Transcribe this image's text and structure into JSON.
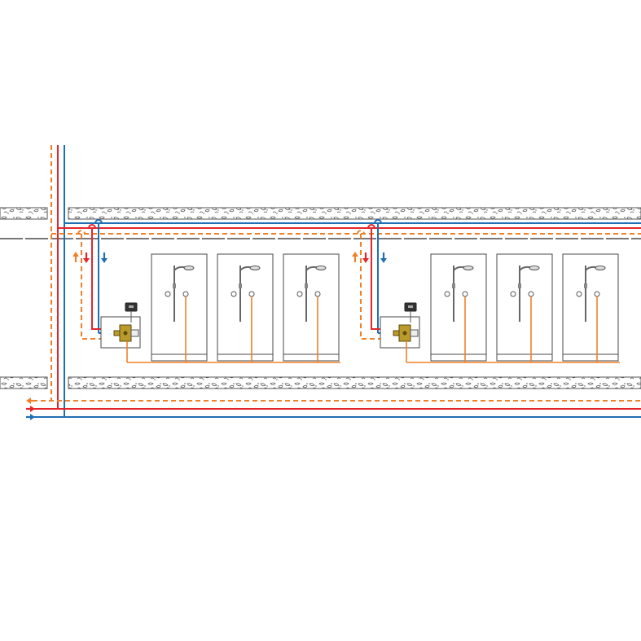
{
  "colors": {
    "hot": "#e3262b",
    "cold": "#1f6fb5",
    "mixed": "#f08028",
    "outline": "#4a4a4a",
    "floor": "#555555",
    "valve": "#b99a2a"
  },
  "pipes": [
    {
      "name": "mixed-return-pipe",
      "color": "mixed",
      "style": "dashed",
      "flow": "left"
    },
    {
      "name": "hot-supply-pipe",
      "color": "hot",
      "style": "solid",
      "flow": "right"
    },
    {
      "name": "cold-supply-pipe",
      "color": "cold",
      "style": "solid",
      "flow": "right"
    }
  ],
  "zones": [
    {
      "name": "zone-1",
      "shower_count": 3
    },
    {
      "name": "zone-2",
      "shower_count": 3
    }
  ],
  "icons": {
    "shower_head": "shower-head-icon",
    "outlet": "outlet-icon",
    "valve": "mixing-valve-icon",
    "control": "control-box-icon",
    "flow_arrow": "flow-arrow-icon"
  }
}
